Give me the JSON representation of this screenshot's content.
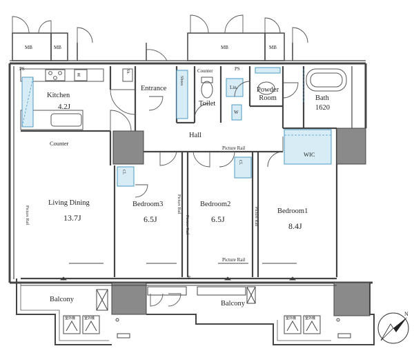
{
  "rooms": {
    "kitchen": {
      "name": "Kitchen",
      "area": "4.2J"
    },
    "living_dining": {
      "name": "Living Dining",
      "area": "13.7J"
    },
    "bedroom3": {
      "name": "Bedroom3",
      "area": "6.5J"
    },
    "bedroom2": {
      "name": "Bedroom2",
      "area": "6.5J"
    },
    "bedroom1": {
      "name": "Bedroom1",
      "area": "8.4J"
    },
    "entrance": {
      "name": "Entrance"
    },
    "hall": {
      "name": "Hall"
    },
    "toilet": {
      "name": "Toilet"
    },
    "powder_room": {
      "name": "Powder\nRoom"
    },
    "bath": {
      "name": "Bath",
      "size": "1620"
    },
    "wic": {
      "name": "WIC"
    }
  },
  "labels": {
    "mb_1": "MB",
    "mb_2": "MB",
    "mb_3": "MB",
    "mb_4": "MB",
    "ps_1": "PS",
    "ps_2": "PS",
    "counter_top": "Counter",
    "counter_kitchen": "Counter",
    "r": "R",
    "sh": "Sh.",
    "shoes": "Shoes",
    "cl": "Cl.",
    "lin": "Lin.",
    "w": "W",
    "p": "P",
    "picture_rail": "Picture Rail",
    "balcony_left": "Balcony",
    "balcony_right": "Balcony",
    "outdoor_unit": "室外機"
  },
  "colors": {
    "wall": "#555555",
    "storage_fill": "#d8ecf6",
    "storage_stroke": "#4a9ac4",
    "column_fill": "#8a8a8a",
    "line": "#333333"
  },
  "compass": {
    "symbol": "N"
  }
}
